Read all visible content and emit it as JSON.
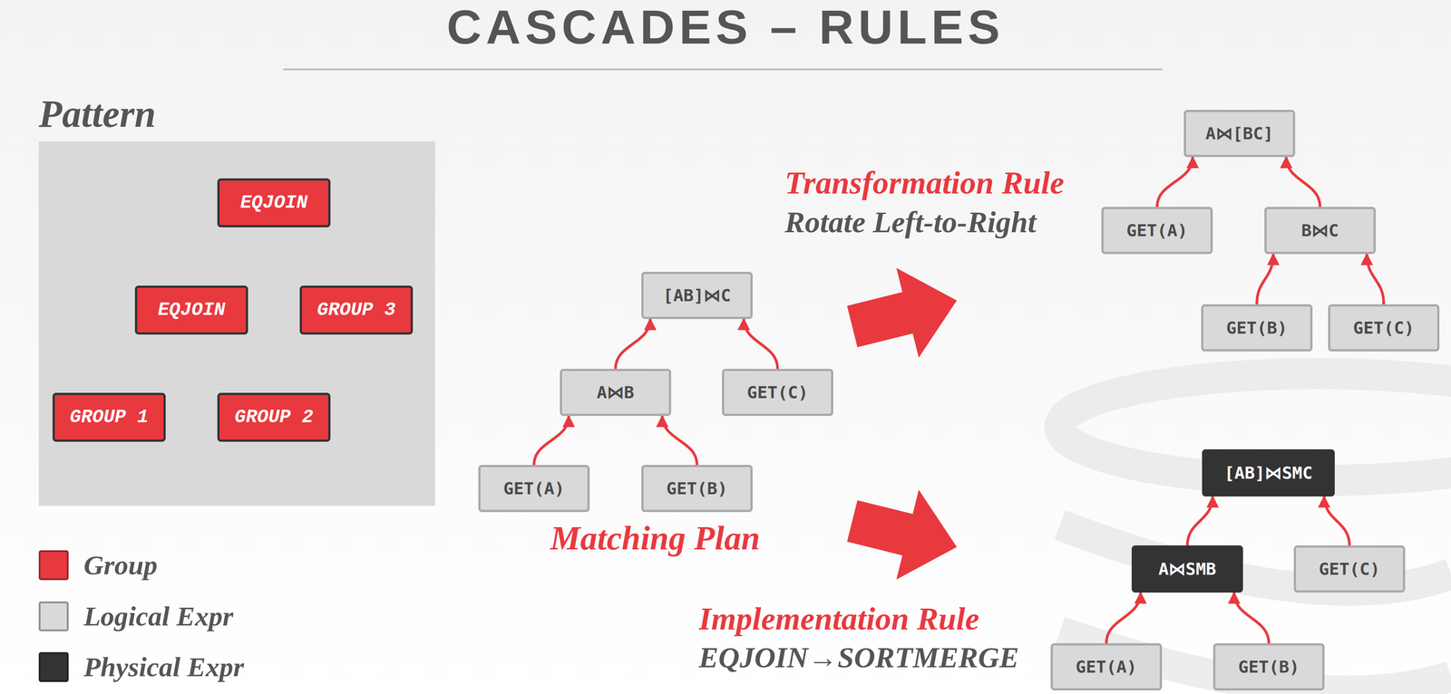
{
  "diagram": {
    "title": "CASCADES – RULES",
    "nodes": [
      {
        "text": [
          "Pattern"
        ]
      },
      {
        "text": [
          "EQJOIN"
        ],
        "in": 0
      },
      {
        "text": [
          "EQJOIN"
        ],
        "in": 0
      },
      {
        "text": [
          "GROUP 3"
        ],
        "in": 0
      },
      {
        "text": [
          "GROUP 1"
        ],
        "in": 0
      },
      {
        "text": [
          "GROUP 2"
        ],
        "in": 0
      },
      {
        "text": [
          "[AB]⋈C"
        ]
      },
      {
        "text": [
          "A⋈B"
        ]
      },
      {
        "text": [
          "GET(C)"
        ]
      },
      {
        "text": [
          "GET(A)"
        ]
      },
      {
        "text": [
          "GET(B)"
        ]
      },
      {
        "text": [
          "A⋈[BC]"
        ]
      },
      {
        "text": [
          "GET(A)"
        ]
      },
      {
        "text": [
          "B⋈C"
        ]
      },
      {
        "text": [
          "GET(B)"
        ]
      },
      {
        "text": [
          "GET(C)"
        ]
      },
      {
        "text": [
          "[AB]⋈SMC"
        ]
      },
      {
        "text": [
          "A⋈SMB"
        ]
      },
      {
        "text": [
          "GET(C)"
        ]
      },
      {
        "text": [
          "GET(A)"
        ]
      },
      {
        "text": [
          "GET(B)"
        ]
      }
    ],
    "edges": [
      {
        "from": 2,
        "to": 1,
        "arrow": "to"
      },
      {
        "from": 3,
        "to": 1,
        "arrow": "to"
      },
      {
        "from": 4,
        "to": 2,
        "arrow": "to"
      },
      {
        "from": 5,
        "to": 2,
        "arrow": "to"
      },
      {
        "from": 7,
        "to": 6,
        "arrow": "to"
      },
      {
        "from": 8,
        "to": 6,
        "arrow": "to"
      },
      {
        "from": 9,
        "to": 7,
        "arrow": "to"
      },
      {
        "from": 10,
        "to": 7,
        "arrow": "to"
      },
      {
        "from": 12,
        "to": 11,
        "arrow": "to"
      },
      {
        "from": 13,
        "to": 11,
        "arrow": "to"
      },
      {
        "from": 14,
        "to": 13,
        "arrow": "to"
      },
      {
        "from": 15,
        "to": 13,
        "arrow": "to"
      },
      {
        "from": 17,
        "to": 16,
        "arrow": "to"
      },
      {
        "from": 18,
        "to": 16,
        "arrow": "to"
      },
      {
        "from": 19,
        "to": 17,
        "arrow": "to"
      },
      {
        "from": 20,
        "to": 17,
        "arrow": "to"
      }
    ],
    "labels": [
      "Matching Plan",
      "Transformation Rule",
      "Rotate Left-to-Right",
      "Implementation Rule",
      "EQJOIN→SORTMERGE"
    ],
    "legend": [
      {
        "text": "Group",
        "color": "#e8393f"
      },
      {
        "text": "Logical Expr",
        "color": "#d9d9d9"
      },
      {
        "text": "Physical Expr",
        "color": "#333333"
      }
    ]
  }
}
